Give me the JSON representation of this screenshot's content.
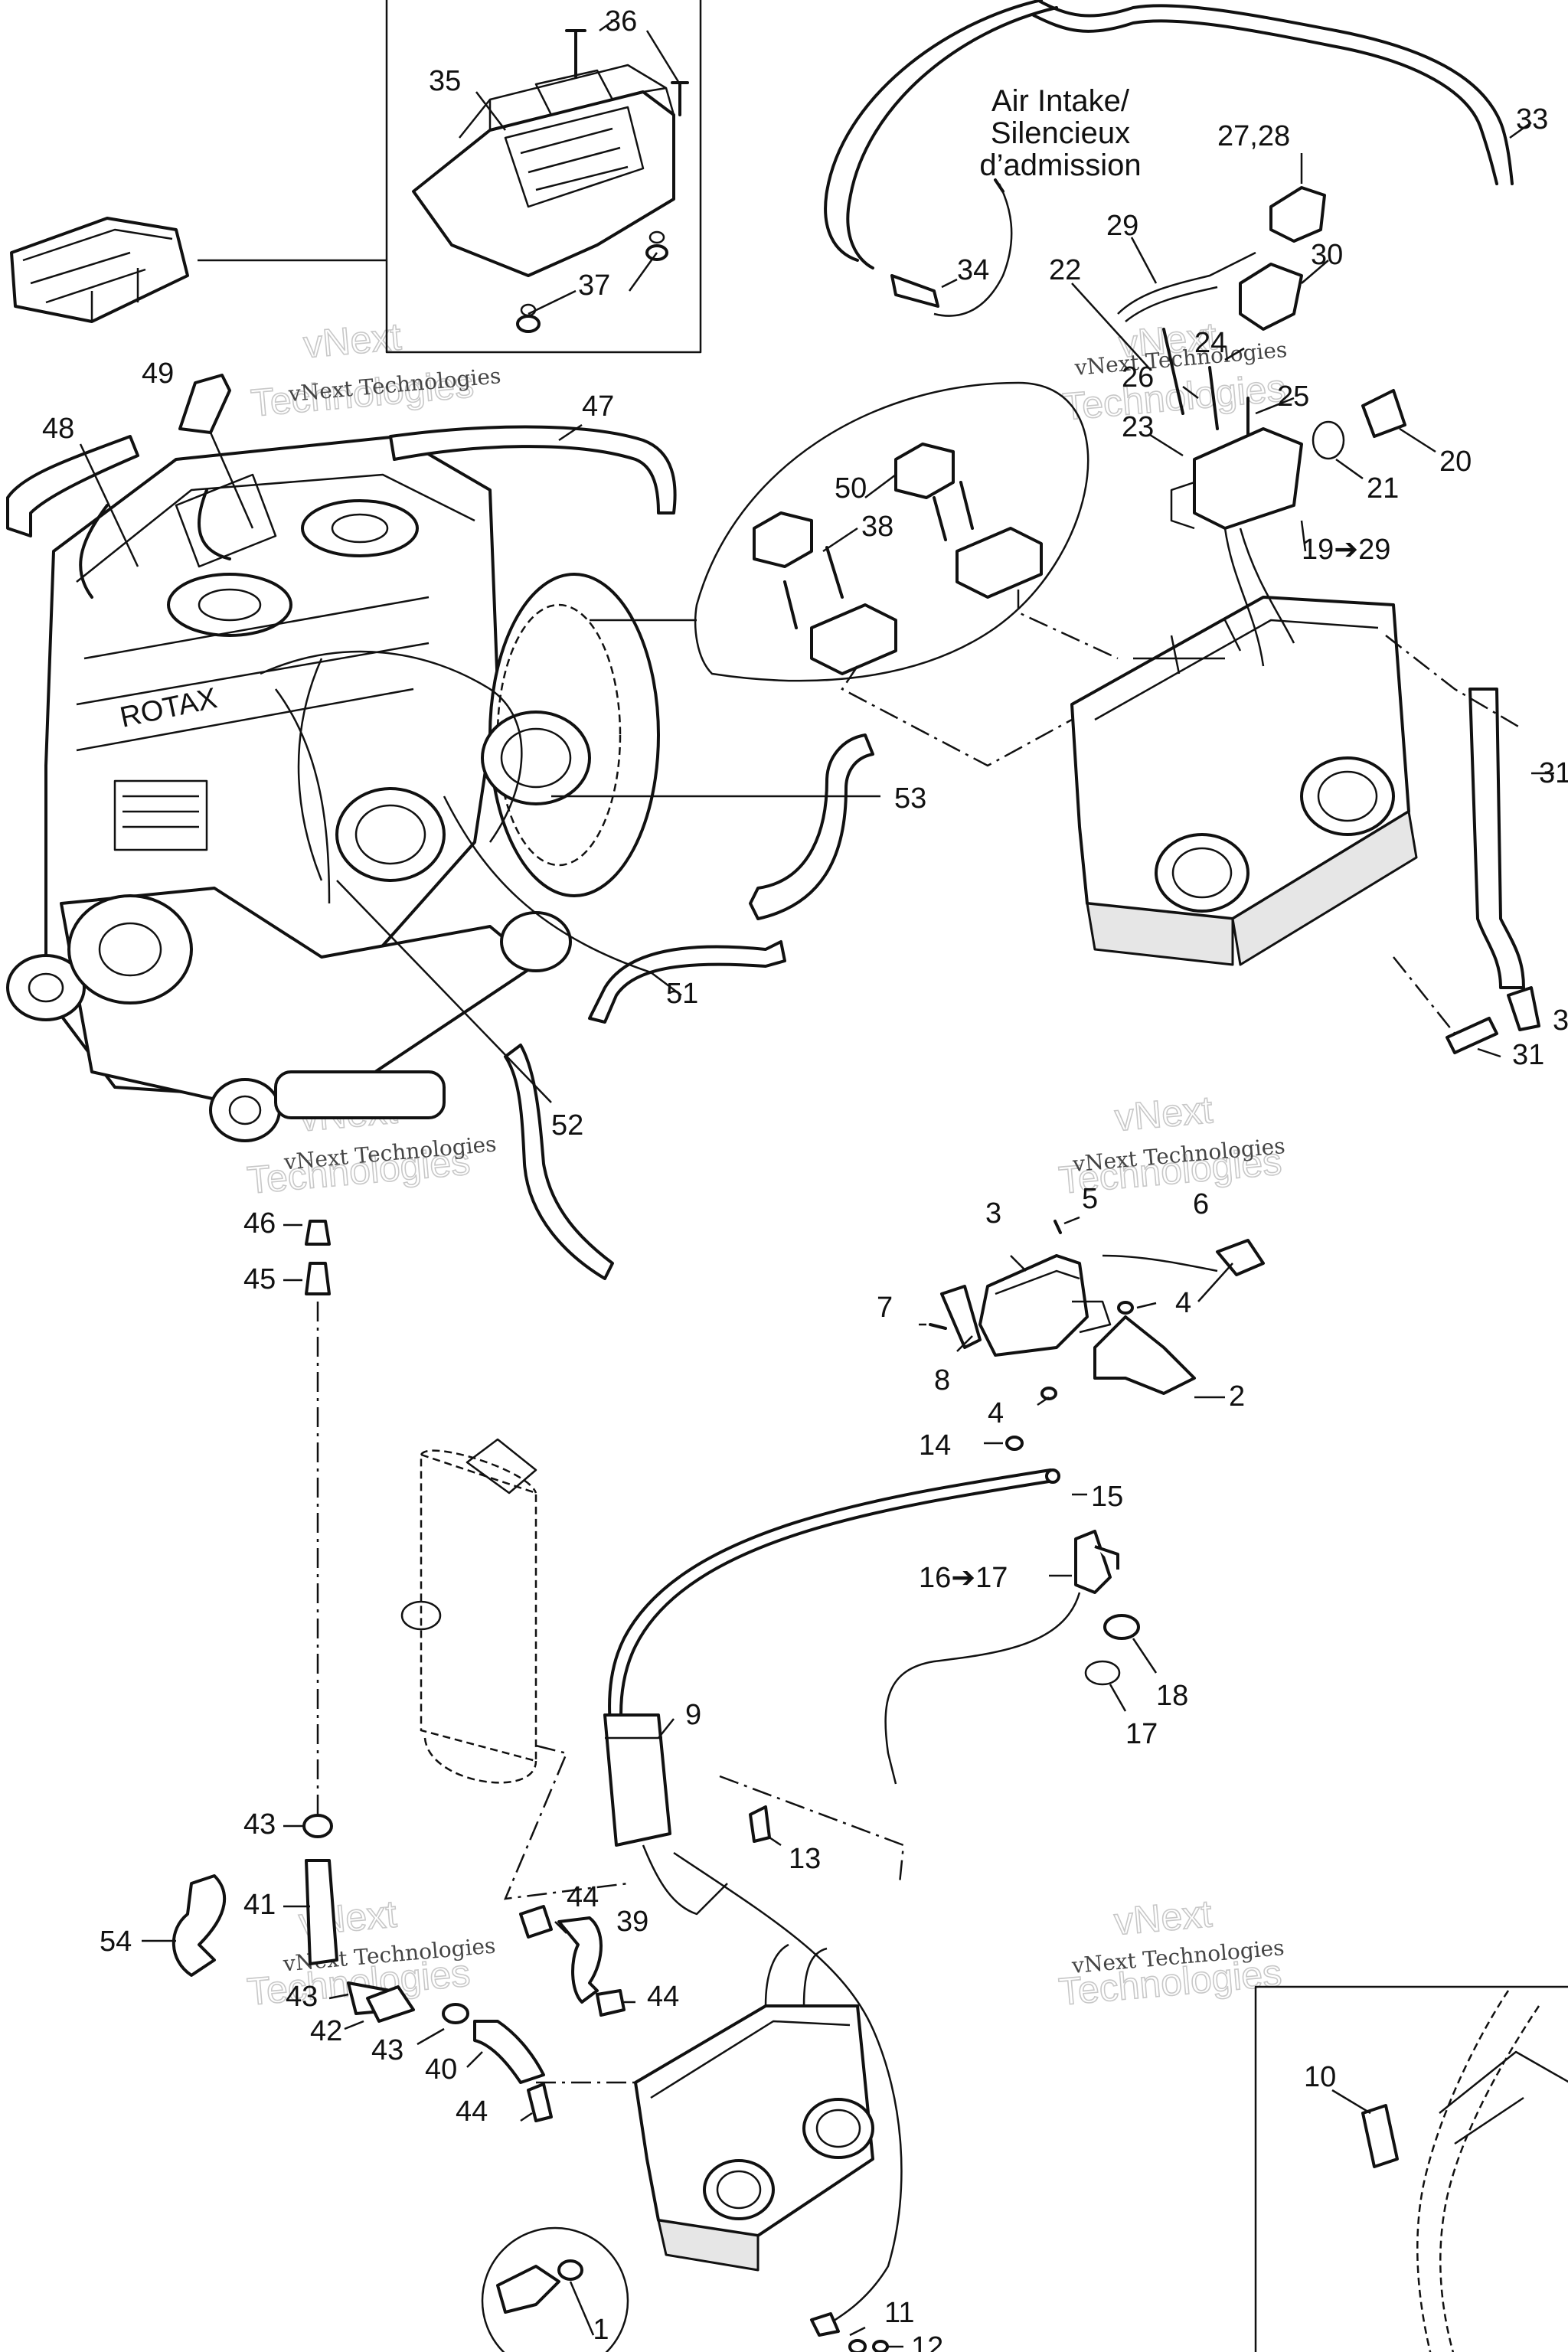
{
  "title": "",
  "air_intake_note": [
    "Air Intake/",
    "Silencieux",
    "d’admission"
  ],
  "watermark_line1": "vNext Technologies",
  "watermark_line2": "vNext",
  "watermark_line3": "Technologies",
  "callouts": {
    "c1": "1",
    "c2": "2",
    "c3": "3",
    "c4a": "4",
    "c4b": "4",
    "c5": "5",
    "c6": "6",
    "c7": "7",
    "c8": "8",
    "c9": "9",
    "c10": "10",
    "c11": "11",
    "c12": "12",
    "c13": "13",
    "c14": "14",
    "c15": "15",
    "c16_17": "16➔17",
    "c17": "17",
    "c18": "18",
    "c19_29": "19➔29",
    "c20": "20",
    "c21": "21",
    "c22": "22",
    "c23": "23",
    "c24": "24",
    "c25": "25",
    "c26": "26",
    "c27_28": "27,28",
    "c29": "29",
    "c30": "30",
    "c31a": "31",
    "c31b": "31",
    "c32": "3",
    "c33": "33",
    "c34": "34",
    "c35": "35",
    "c36": "36",
    "c37": "37",
    "c38": "38",
    "c39": "39",
    "c40": "40",
    "c41": "41",
    "c42": "42",
    "c43a": "43",
    "c43b": "43",
    "c43c": "43",
    "c44a": "44",
    "c44b": "44",
    "c44c": "44",
    "c45": "45",
    "c46": "46",
    "c47": "47",
    "c48": "48",
    "c49": "49",
    "c50": "50",
    "c51": "51",
    "c52": "52",
    "c53": "53",
    "c54": "54"
  }
}
